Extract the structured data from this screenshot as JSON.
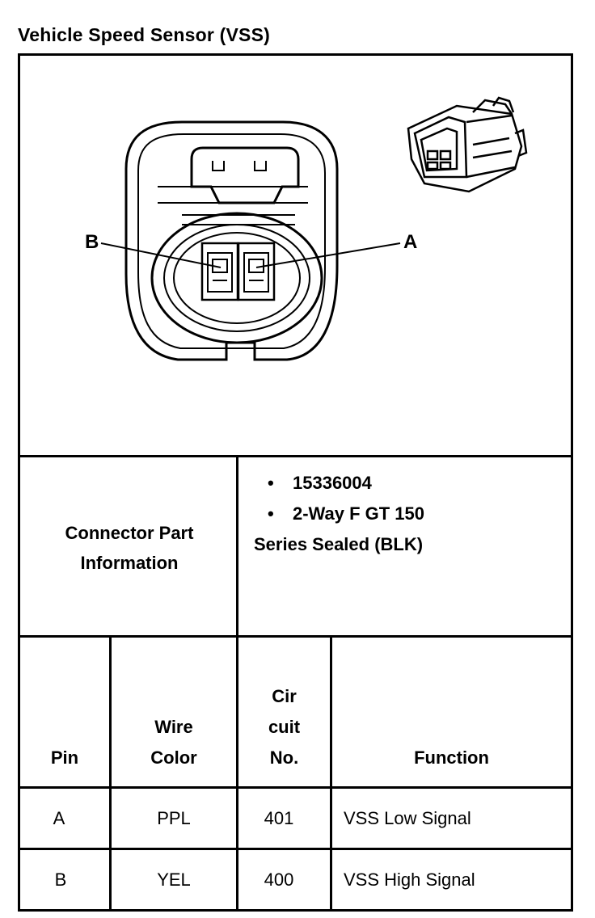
{
  "title": "Vehicle Speed Sensor (VSS)",
  "diagram": {
    "label_b": "B",
    "label_a": "A"
  },
  "connector_info": {
    "label_line1": "Connector Part",
    "label_line2": "Information",
    "bullet_char": "•",
    "part_number": "15336004",
    "description_line1": "2-Way F GT 150",
    "description_line2": "Series Sealed (BLK)"
  },
  "table": {
    "headers": {
      "pin": "Pin",
      "wire_color_1": "Wire",
      "wire_color_2": "Color",
      "circuit_1": "Cir",
      "circuit_2": "cuit",
      "circuit_3": "No.",
      "function": "Function"
    },
    "rows": [
      {
        "pin": "A",
        "wire_color": "PPL",
        "circuit": "401",
        "function": "VSS Low Signal"
      },
      {
        "pin": "B",
        "wire_color": "YEL",
        "circuit": "400",
        "function": "VSS High Signal"
      }
    ]
  }
}
